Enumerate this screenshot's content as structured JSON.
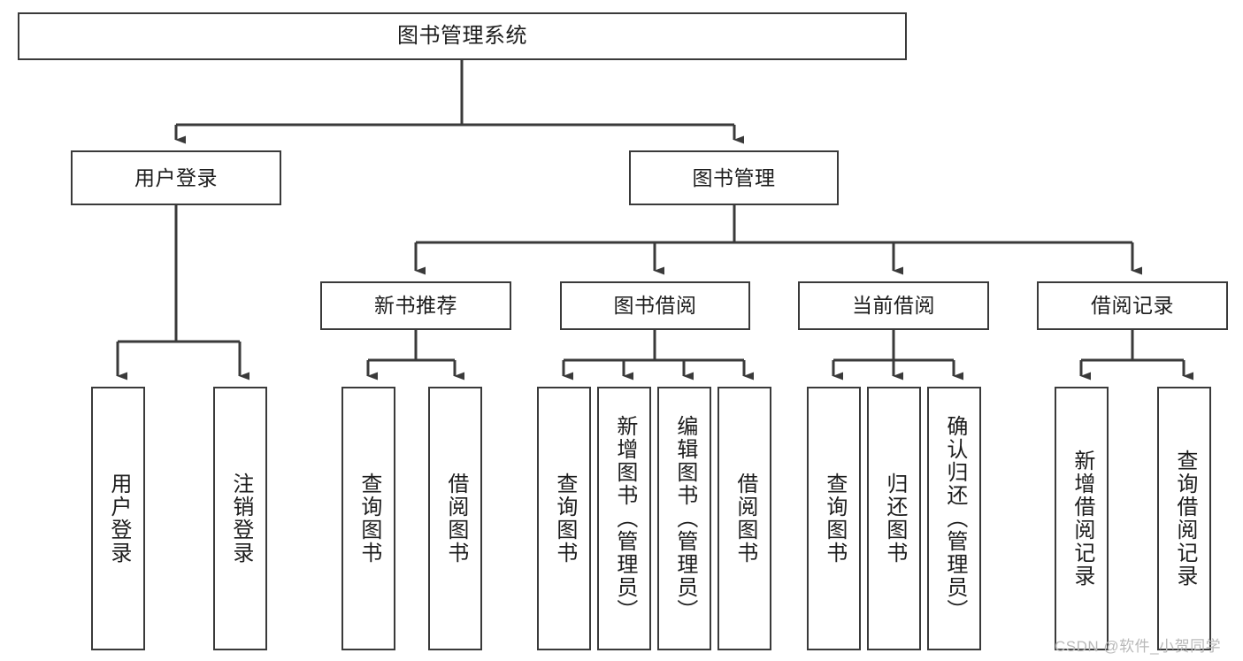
{
  "diagram": {
    "title": "图书管理系统",
    "type": "tree",
    "watermark": "CSDN @软件_小贺同学",
    "colors": {
      "box_border": "#3a3a3a",
      "box_fill": "#ffffff",
      "edge": "#3a3a3a",
      "text": "#1d1d1d",
      "watermark": "#b9b9b9",
      "background": "#ffffff"
    },
    "levels": {
      "root": {
        "label": "图书管理系统"
      },
      "level2": [
        {
          "id": "user-login",
          "label": "用户登录"
        },
        {
          "id": "book-management",
          "label": "图书管理"
        }
      ],
      "level3": [
        {
          "id": "new-book-recommend",
          "label": "新书推荐",
          "parent": "book-management"
        },
        {
          "id": "book-borrow",
          "label": "图书借阅",
          "parent": "book-management"
        },
        {
          "id": "current-borrow",
          "label": "当前借阅",
          "parent": "book-management"
        },
        {
          "id": "borrow-record",
          "label": "借阅记录",
          "parent": "book-management"
        }
      ],
      "leaves": [
        {
          "id": "leaf-user-login",
          "label": "用户登录",
          "parent": "user-login"
        },
        {
          "id": "leaf-user-logout",
          "label": "注销登录",
          "parent": "user-login"
        },
        {
          "id": "leaf-query-book-1",
          "label": "查询图书",
          "parent": "new-book-recommend"
        },
        {
          "id": "leaf-borrow-book-1",
          "label": "借阅图书",
          "parent": "new-book-recommend"
        },
        {
          "id": "leaf-query-book-2",
          "label": "查询图书",
          "parent": "book-borrow"
        },
        {
          "id": "leaf-add-book",
          "label": "新增图书（管理员）",
          "parent": "book-borrow"
        },
        {
          "id": "leaf-edit-book",
          "label": "编辑图书（管理员）",
          "parent": "book-borrow"
        },
        {
          "id": "leaf-borrow-book-2",
          "label": "借阅图书",
          "parent": "book-borrow"
        },
        {
          "id": "leaf-query-book-3",
          "label": "查询图书",
          "parent": "current-borrow"
        },
        {
          "id": "leaf-return-book",
          "label": "归还图书",
          "parent": "current-borrow"
        },
        {
          "id": "leaf-confirm-return",
          "label": "确认归还（管理员）",
          "parent": "current-borrow"
        },
        {
          "id": "leaf-add-record",
          "label": "新增借阅记录",
          "parent": "borrow-record"
        },
        {
          "id": "leaf-query-record",
          "label": "查询借阅记录",
          "parent": "borrow-record"
        }
      ]
    }
  }
}
